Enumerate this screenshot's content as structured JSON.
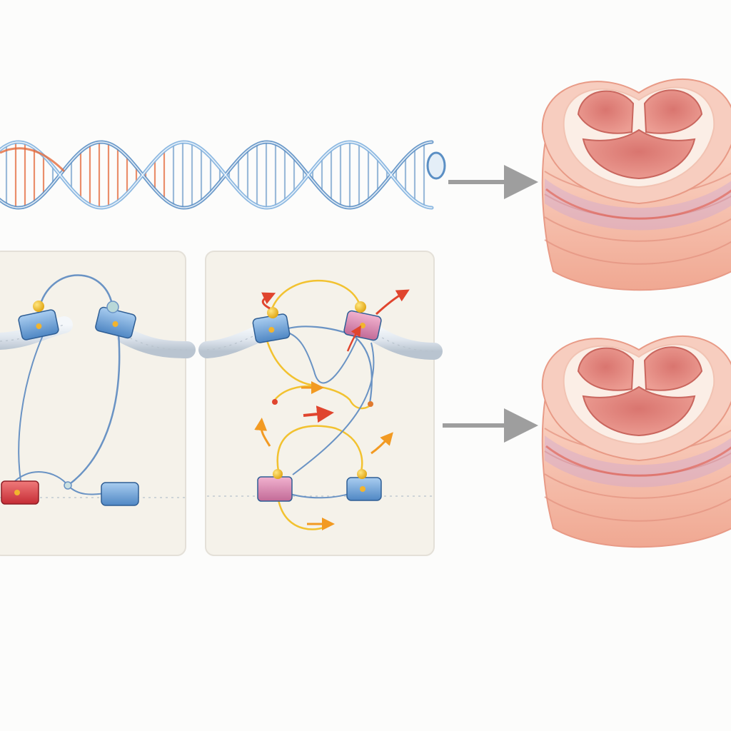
{
  "colors": {
    "background": "#fcfcfb",
    "panel_fill": "#f5f2ea",
    "panel_border": "#e4e0d8",
    "dna_strand": "#5b8fc4",
    "dna_highlight": "#e46a3c",
    "arrow_gray": "#9e9e9e",
    "fiber": "#d6dde6",
    "protein_blue": "#6fa8dc",
    "protein_red": "#d94848",
    "protein_pink": "#d98bb0",
    "loop_blue": "#6a93c4",
    "loop_yellow": "#f2c230",
    "motion_red": "#e0452e",
    "motion_orange": "#f29a22",
    "valve_tissue": "#f3b8a6",
    "valve_cusp": "#e0847c",
    "valve_rim": "#fbeee6",
    "valve_fiber": "#c7a2d9"
  },
  "panels": [
    {
      "id": "stable-looping",
      "state": "static"
    },
    {
      "id": "dynamic-looping",
      "state": "dynamic"
    }
  ]
}
